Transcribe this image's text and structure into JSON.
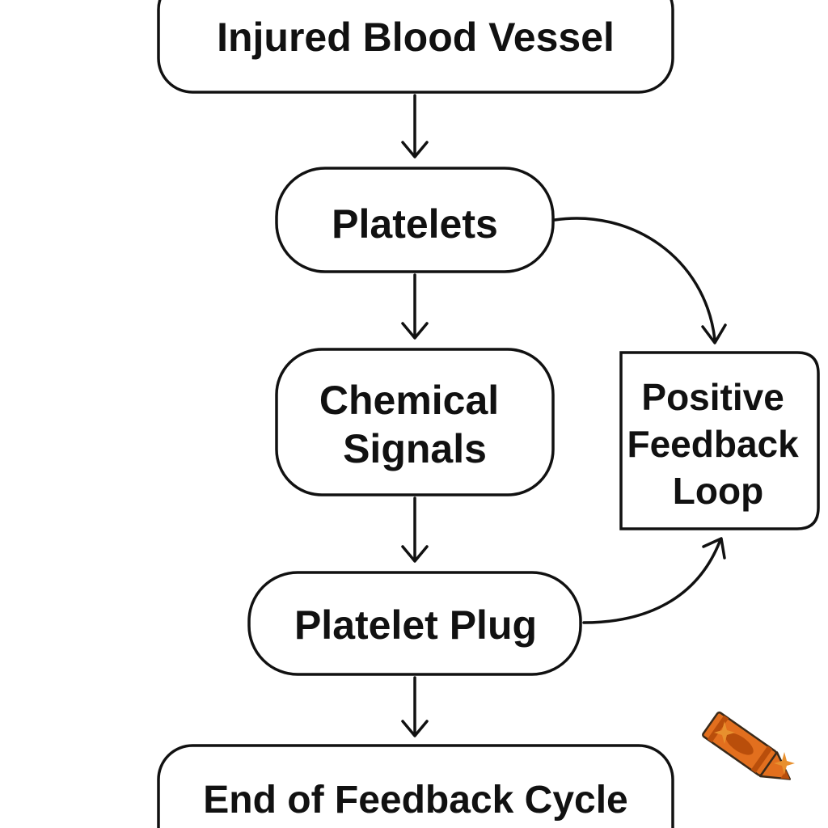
{
  "nodes": {
    "injured": {
      "label": "Injured Blood Vessel"
    },
    "platelets": {
      "label": "Platelets"
    },
    "chemical": {
      "lines": [
        "Chemical",
        "Signals"
      ]
    },
    "plug": {
      "label": "Platelet Plug"
    },
    "end": {
      "label": "End of Feedback Cycle"
    },
    "loop": {
      "lines": [
        "Positive",
        "Feedback",
        "Loop"
      ]
    }
  },
  "colors": {
    "stroke": "#111111",
    "background": "#ffffff",
    "crayon_body": "#e26f1e",
    "crayon_dark": "#b94e0b",
    "sparkle": "#e8902e"
  },
  "icons": {
    "crayon": "crayon-icon",
    "sparkle": "sparkle-icon"
  }
}
